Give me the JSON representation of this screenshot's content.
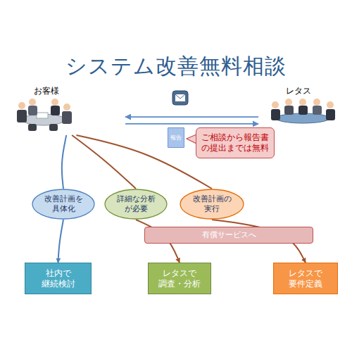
{
  "diagram": {
    "title": "システム改善無料相談",
    "nodes": [
      {
        "text": [
          "お客様"
        ]
      },
      {
        "text": [
          "レタス"
        ]
      },
      {
        "text": [
          "報告"
        ]
      },
      {
        "text": [
          "ご相談から報告書 の提出までは無料"
        ]
      },
      {
        "text": [
          "改善計画を 具体化"
        ]
      },
      {
        "text": [
          "詳細な分析 が必要"
        ]
      },
      {
        "text": [
          "改善計画の 実行"
        ]
      },
      {
        "text": [
          "有償サービスへ"
        ]
      },
      {
        "text": [
          "社内で 継続検討"
        ]
      },
      {
        "text": [
          "レタスで 調査・分析"
        ]
      },
      {
        "text": [
          "レタスで 要件定義"
        ]
      }
    ],
    "edges": [
      {
        "from": 1,
        "to": 0,
        "arrow": "to"
      },
      {
        "from": 0,
        "to": 1,
        "arrow": "to"
      },
      {
        "from": 0,
        "to": 4,
        "arrow": "none"
      },
      {
        "from": 4,
        "to": 8,
        "arrow": "to"
      },
      {
        "from": 0,
        "to": 5,
        "arrow": "none"
      },
      {
        "from": 5,
        "to": 9,
        "arrow": "to"
      },
      {
        "from": 0,
        "to": 6,
        "arrow": "none"
      },
      {
        "from": 6,
        "to": 10,
        "arrow": "to"
      }
    ]
  }
}
